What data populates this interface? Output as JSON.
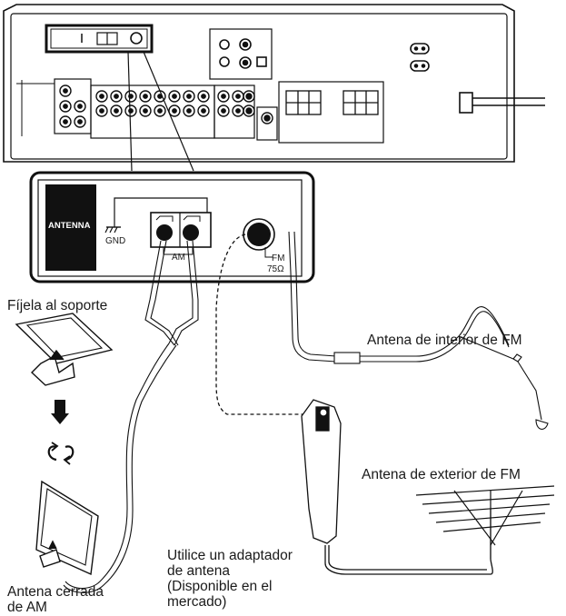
{
  "panel": {
    "antenna_label": "ANTENNA",
    "gnd_label": "GND",
    "am_label": "AM",
    "fm_label": "FM",
    "fm_impedance": "75Ω"
  },
  "labels": {
    "fix_to_stand": "Fíjela al soporte",
    "fm_indoor": "Antena de interior de FM",
    "fm_outdoor": "Antena de exterior de FM",
    "adapter_line1": "Utilice un adaptador",
    "adapter_line2": "de antena",
    "adapter_line3": "(Disponible en el",
    "adapter_line4": "mercado)",
    "am_loop_line1": "Antena cerrada",
    "am_loop_line2": "de AM"
  }
}
